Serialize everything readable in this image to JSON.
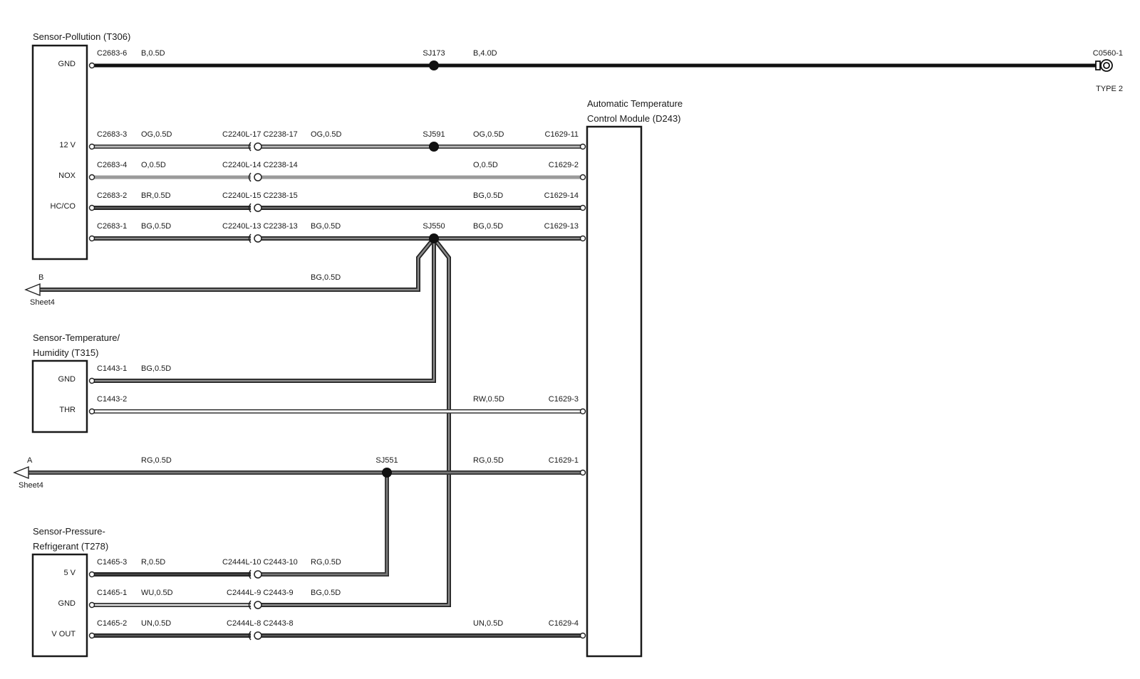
{
  "components": {
    "pollution": {
      "title": "Sensor-Pollution (T306)",
      "pins": [
        "GND",
        "12 V",
        "NOX",
        "HC/CO"
      ]
    },
    "atc": {
      "title_line1": "Automatic Temperature",
      "title_line2": "Control Module (D243)"
    },
    "temp_humidity": {
      "title_line1": "Sensor-Temperature/",
      "title_line2": "Humidity (T315)",
      "pins": [
        "GND",
        "THR"
      ]
    },
    "pressure": {
      "title_line1": "Sensor-Pressure-",
      "title_line2": "Refrigerant (T278)",
      "pins": [
        "5 V",
        "GND",
        "V OUT"
      ]
    }
  },
  "wires": {
    "gnd_main": {
      "left_pin": "C2683-6",
      "left_spec": "B,0.5D",
      "splice": "SJ173",
      "right_spec": "B,4.0D",
      "end_pin": "C0560-1",
      "end_note": "TYPE 2"
    },
    "v12": {
      "left_pin": "C2683-3",
      "left_spec": "OG,0.5D",
      "inline": "C2240L-17 C2238-17",
      "mid_spec": "OG,0.5D",
      "splice": "SJ591",
      "right_spec": "OG,0.5D",
      "right_pin": "C1629-11"
    },
    "nox": {
      "left_pin": "C2683-4",
      "left_spec": "O,0.5D",
      "inline": "C2240L-14 C2238-14",
      "right_spec": "O,0.5D",
      "right_pin": "C1629-2"
    },
    "hcco": {
      "left_pin": "C2683-2",
      "left_spec": "BR,0.5D",
      "inline": "C2240L-15 C2238-15",
      "right_spec": "BG,0.5D",
      "right_pin": "C1629-14"
    },
    "gnd_sensor": {
      "left_pin": "C2683-1",
      "left_spec": "BG,0.5D",
      "inline": "C2240L-13 C2238-13",
      "mid_spec": "BG,0.5D",
      "splice": "SJ550",
      "right_spec": "BG,0.5D",
      "right_pin": "C1629-13"
    },
    "sheet_b": {
      "letter": "B",
      "sheet": "Sheet4",
      "spec": "BG,0.5D"
    },
    "th_gnd": {
      "left_pin": "C1443-1",
      "left_spec": "BG,0.5D"
    },
    "th_thr": {
      "left_pin": "C1443-2",
      "right_spec": "RW,0.5D",
      "right_pin": "C1629-3"
    },
    "sheet_a": {
      "letter": "A",
      "sheet": "Sheet4",
      "left_spec": "RG,0.5D",
      "splice": "SJ551",
      "right_spec": "RG,0.5D",
      "right_pin": "C1629-1"
    },
    "p5v": {
      "left_pin": "C1465-3",
      "left_spec": "R,0.5D",
      "inline": "C2444L-10 C2443-10",
      "mid_spec": "RG,0.5D"
    },
    "pgnd": {
      "left_pin": "C1465-1",
      "left_spec": "WU,0.5D",
      "inline": "C2444L-9 C2443-9",
      "mid_spec": "BG,0.5D"
    },
    "pvout": {
      "left_pin": "C1465-2",
      "left_spec": "UN,0.5D",
      "inline": "C2444L-8 C2443-8",
      "right_spec": "UN,0.5D",
      "right_pin": "C1629-4"
    }
  }
}
